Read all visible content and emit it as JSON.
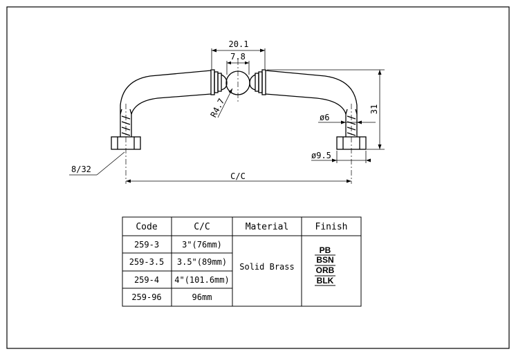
{
  "dimensions": {
    "width_label": "20.1",
    "ball_width_label": "7.8",
    "radius_label": "R4.7",
    "height_label": "31",
    "post_diameter_label": "ø6",
    "base_diameter_label": "ø9.5",
    "screw_label": "8/32",
    "center_label": "C/C"
  },
  "table": {
    "headers": [
      "Code",
      "C/C",
      "Material",
      "Finish"
    ],
    "rows": [
      {
        "code": "259-3",
        "cc": "3\"(76mm)"
      },
      {
        "code": "259-3.5",
        "cc": "3.5\"(89mm)"
      },
      {
        "code": "259-4",
        "cc": "4\"(101.6mm)"
      },
      {
        "code": "259-96",
        "cc": "96mm"
      }
    ],
    "material": "Solid Brass",
    "finishes": [
      "PB",
      "BSN",
      "ORB",
      "BLK"
    ]
  }
}
